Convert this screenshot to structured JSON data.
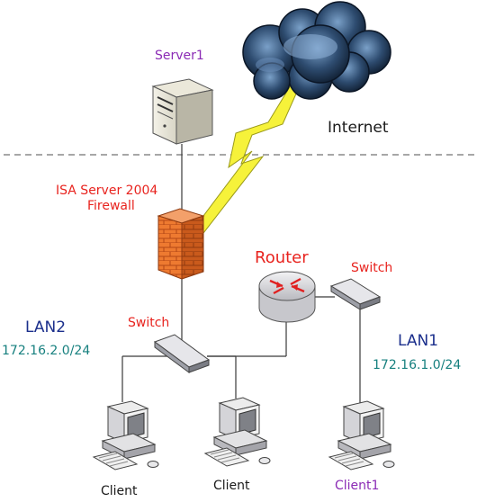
{
  "labels": {
    "server": "Server1",
    "internet": "Internet",
    "firewall_line1": "ISA Server 2004",
    "firewall_line2": "Firewall",
    "router": "Router",
    "switch_right": "Switch",
    "switch_left": "Switch",
    "lan2_name": "LAN2",
    "lan2_subnet": "172.16.2.0/24",
    "lan1_name": "LAN1",
    "lan1_subnet": "172.16.1.0/24",
    "client_a": "Client",
    "client_b": "Client",
    "client_c": "Client1"
  },
  "colors": {
    "cloud": "#1f3a5a",
    "lightning": "#f6f23a",
    "firewall": "#e8702a",
    "router": "#d9d9dc",
    "router_arrows": "#e02020",
    "label_red": "#e8231e",
    "label_purple": "#8b2bb5",
    "label_navy": "#1b2f8c",
    "label_teal": "#17807f"
  },
  "icons": [
    "cloud-icon",
    "lightning-icon",
    "server-icon",
    "firewall-icon",
    "router-icon",
    "switch-icon",
    "computer-icon"
  ]
}
